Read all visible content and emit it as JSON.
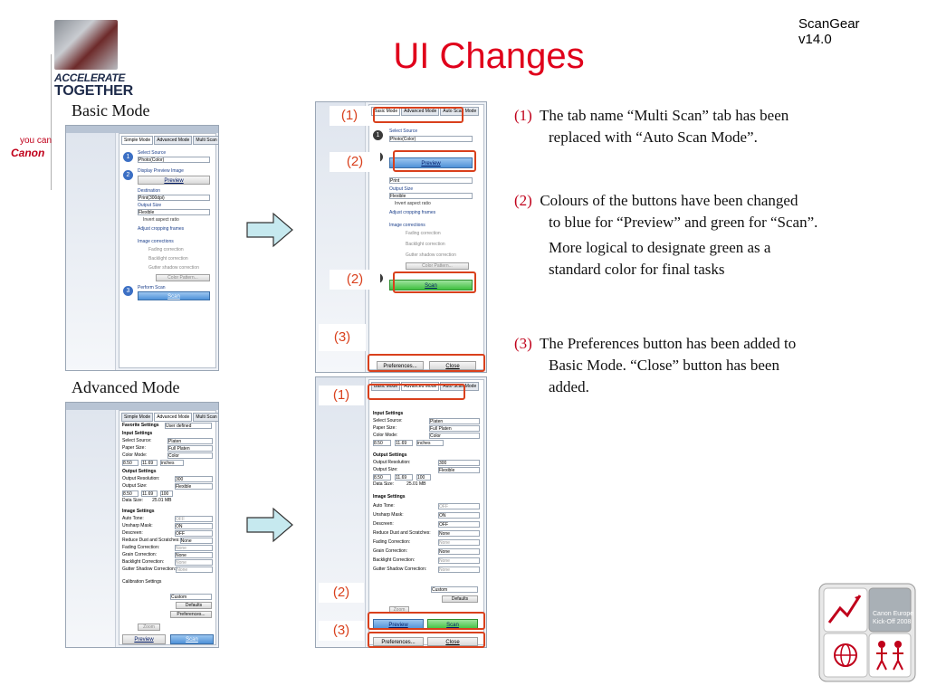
{
  "header": {
    "title": "UI Changes",
    "version_line1": "ScanGear",
    "version_line2": "v14.0",
    "brand_line1": "ACCELERATE",
    "brand_line2": "TOGETHER",
    "tagline": "you can",
    "company": "Canon"
  },
  "sections": {
    "basic_label": "Basic Mode",
    "advanced_label": "Advanced Mode"
  },
  "callouts": {
    "one": "(1)",
    "two": "(2)",
    "three": "(3)"
  },
  "basic_old": {
    "tabs": [
      "Simple Mode",
      "Advanced Mode",
      "Multi Scan"
    ],
    "select_source": "Select Source",
    "source_value": "Photo(Color)",
    "display_preview": "Display Preview Image",
    "preview": "Preview",
    "destination": "Destination",
    "dest_value": "Print(300dpi)",
    "output_size": "Output Size",
    "output_value": "Flexible",
    "invert": "Invert aspect ratio",
    "adjust": "Adjust cropping frames",
    "image_corrections": "Image corrections",
    "fading": "Fading correction",
    "backlight": "Backlight correction",
    "gutter": "Gutter shadow correction",
    "color_pattern": "Color Pattern...",
    "perform_scan": "Perform Scan",
    "scan": "Scan"
  },
  "basic_new": {
    "tabs": [
      "Basic Mode",
      "Advanced Mode",
      "Auto Scan Mode"
    ],
    "select_source": "Select Source",
    "source_value": "Photo(Color)",
    "preview": "Preview",
    "dest_value": "Print",
    "output_size": "Output Size",
    "output_value": "Flexible",
    "invert": "Invert aspect ratio",
    "adjust": "Adjust cropping frames",
    "image_corrections": "Image corrections",
    "fading": "Fading correction",
    "backlight": "Backlight correction",
    "gutter": "Gutter shadow correction",
    "color_pattern": "Color Pattern...",
    "scan": "Scan",
    "preferences": "Preferences...",
    "close": "Close"
  },
  "adv_old": {
    "tabs": [
      "Simple Mode",
      "Advanced Mode",
      "Multi Scan"
    ],
    "favorite": "Favorite Settings",
    "favorite_value": "User defined",
    "input_settings": "Input Settings",
    "rows": [
      {
        "label": "Select Source:",
        "value": "Platen"
      },
      {
        "label": "Paper Size:",
        "value": "Full Platen"
      },
      {
        "label": "Color Mode:",
        "value": "Color"
      }
    ],
    "dims": [
      "8.50",
      "11.69",
      "inches"
    ],
    "output_settings": "Output Settings",
    "out_rows": [
      {
        "label": "Output Resolution:",
        "value": "300"
      },
      {
        "label": "Output Size:",
        "value": "Flexible"
      }
    ],
    "out_dims": [
      "8.50",
      "11.69",
      "100"
    ],
    "data_size_label": "Data Size:",
    "data_size": "25.01 MB",
    "image_settings": "Image Settings",
    "img_rows": [
      {
        "label": "Auto Tone:",
        "value": "OFF"
      },
      {
        "label": "Unsharp Mask:",
        "value": "ON"
      },
      {
        "label": "Descreen:",
        "value": "OFF"
      },
      {
        "label": "Reduce Dust and Scratches:",
        "value": "None"
      },
      {
        "label": "Fading Correction:",
        "value": "None"
      },
      {
        "label": "Grain Correction:",
        "value": "None"
      },
      {
        "label": "Backlight Correction:",
        "value": "None"
      },
      {
        "label": "Gutter Shadow Correction:",
        "value": "None"
      }
    ],
    "calibration": "Calibration Settings",
    "custom": "Custom",
    "defaults": "Defaults",
    "preferences": "Preferences...",
    "zoom": "Zoom",
    "preview": "Preview",
    "scan": "Scan"
  },
  "adv_new": {
    "tabs": [
      "Basic Mode",
      "Advanced Mode",
      "Auto Scan Mode"
    ],
    "input_settings": "Input Settings",
    "rows": [
      {
        "label": "Select Source:",
        "value": "Platen"
      },
      {
        "label": "Paper Size:",
        "value": "Full Platen"
      },
      {
        "label": "Color Mode:",
        "value": "Color"
      }
    ],
    "dims": [
      "8.50",
      "11.69",
      "inches"
    ],
    "output_settings": "Output Settings",
    "out_rows": [
      {
        "label": "Output Resolution:",
        "value": "300"
      },
      {
        "label": "Output Size:",
        "value": "Flexible"
      }
    ],
    "out_dims": [
      "8.50",
      "11.69",
      "100"
    ],
    "data_size_label": "Data Size:",
    "data_size": "25.01 MB",
    "image_settings": "Image Settings",
    "img_rows": [
      {
        "label": "Auto Tone:",
        "value": "OFF"
      },
      {
        "label": "Unsharp Mask:",
        "value": "ON"
      },
      {
        "label": "Descreen:",
        "value": "OFF"
      },
      {
        "label": "Reduce Dust and Scratches:",
        "value": "None"
      },
      {
        "label": "Fading Correction:",
        "value": "None"
      },
      {
        "label": "Grain Correction:",
        "value": "None"
      },
      {
        "label": "Backlight Correction:",
        "value": "None"
      },
      {
        "label": "Gutter Shadow Correction:",
        "value": "None"
      }
    ],
    "custom": "Custom",
    "defaults": "Defaults",
    "zoom": "Zoom",
    "preview": "Preview",
    "scan": "Scan",
    "preferences": "Preferences...",
    "close": "Close"
  },
  "notes": {
    "n1_num": "(1)",
    "n1_text": "The tab name “Multi Scan” tab has been",
    "n1_text2": "replaced with “Auto Scan Mode”.",
    "n2_num": "(2)",
    "n2_text": "Colours of the buttons have been changed",
    "n2_text2": "to blue for “Preview” and green for “Scan”.",
    "n2_text3": "More logical to designate green as a",
    "n2_text4": "standard color for final tasks",
    "n3_num": "(3)",
    "n3_text": "The Preferences button has been added to",
    "n3_text2": "Basic Mode. “Close” button has been",
    "n3_text3": "added."
  },
  "footer": {
    "event_line1": "Canon Europe",
    "event_line2": "Kick-Off 2008"
  }
}
